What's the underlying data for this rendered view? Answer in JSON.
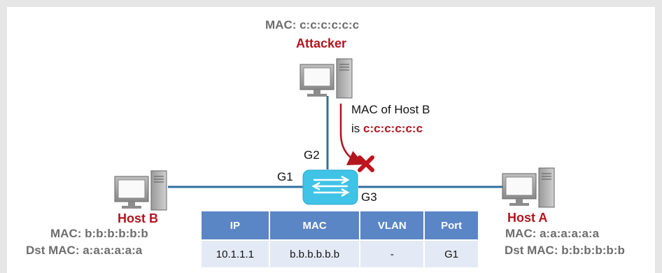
{
  "attacker": {
    "mac": "MAC: c:c:c:c:c:c",
    "name": "Attacker"
  },
  "host_b": {
    "name": "Host B",
    "mac": "MAC: b:b:b:b:b:b",
    "dst_mac": "Dst MAC: a:a:a:a:a:a"
  },
  "host_a": {
    "name": "Host A",
    "mac": "MAC: a:a:a:a:a:a",
    "dst_mac": "Dst MAC: b:b:b:b:b:b"
  },
  "spoof_message": {
    "line1": "MAC of Host B",
    "line2_prefix": "is ",
    "line2_value": "c:c:c:c:c:c"
  },
  "ports": {
    "g1": "G1",
    "g2": "G2",
    "g3": "G3"
  },
  "mac_table": {
    "headers": [
      "IP",
      "MAC",
      "VLAN",
      "Port"
    ],
    "rows": [
      [
        "10.1.1.1",
        "b.b.b.b.b.b",
        "-",
        "G1"
      ]
    ]
  },
  "colors": {
    "link": "#2f6fa1",
    "switch": "#3fc3e6",
    "accent_red": "#b3151e",
    "table_header": "#5b86c5",
    "table_cell": "#e4eaf5"
  },
  "icons": [
    "computer-icon",
    "switch-icon",
    "blocked-x-icon"
  ]
}
